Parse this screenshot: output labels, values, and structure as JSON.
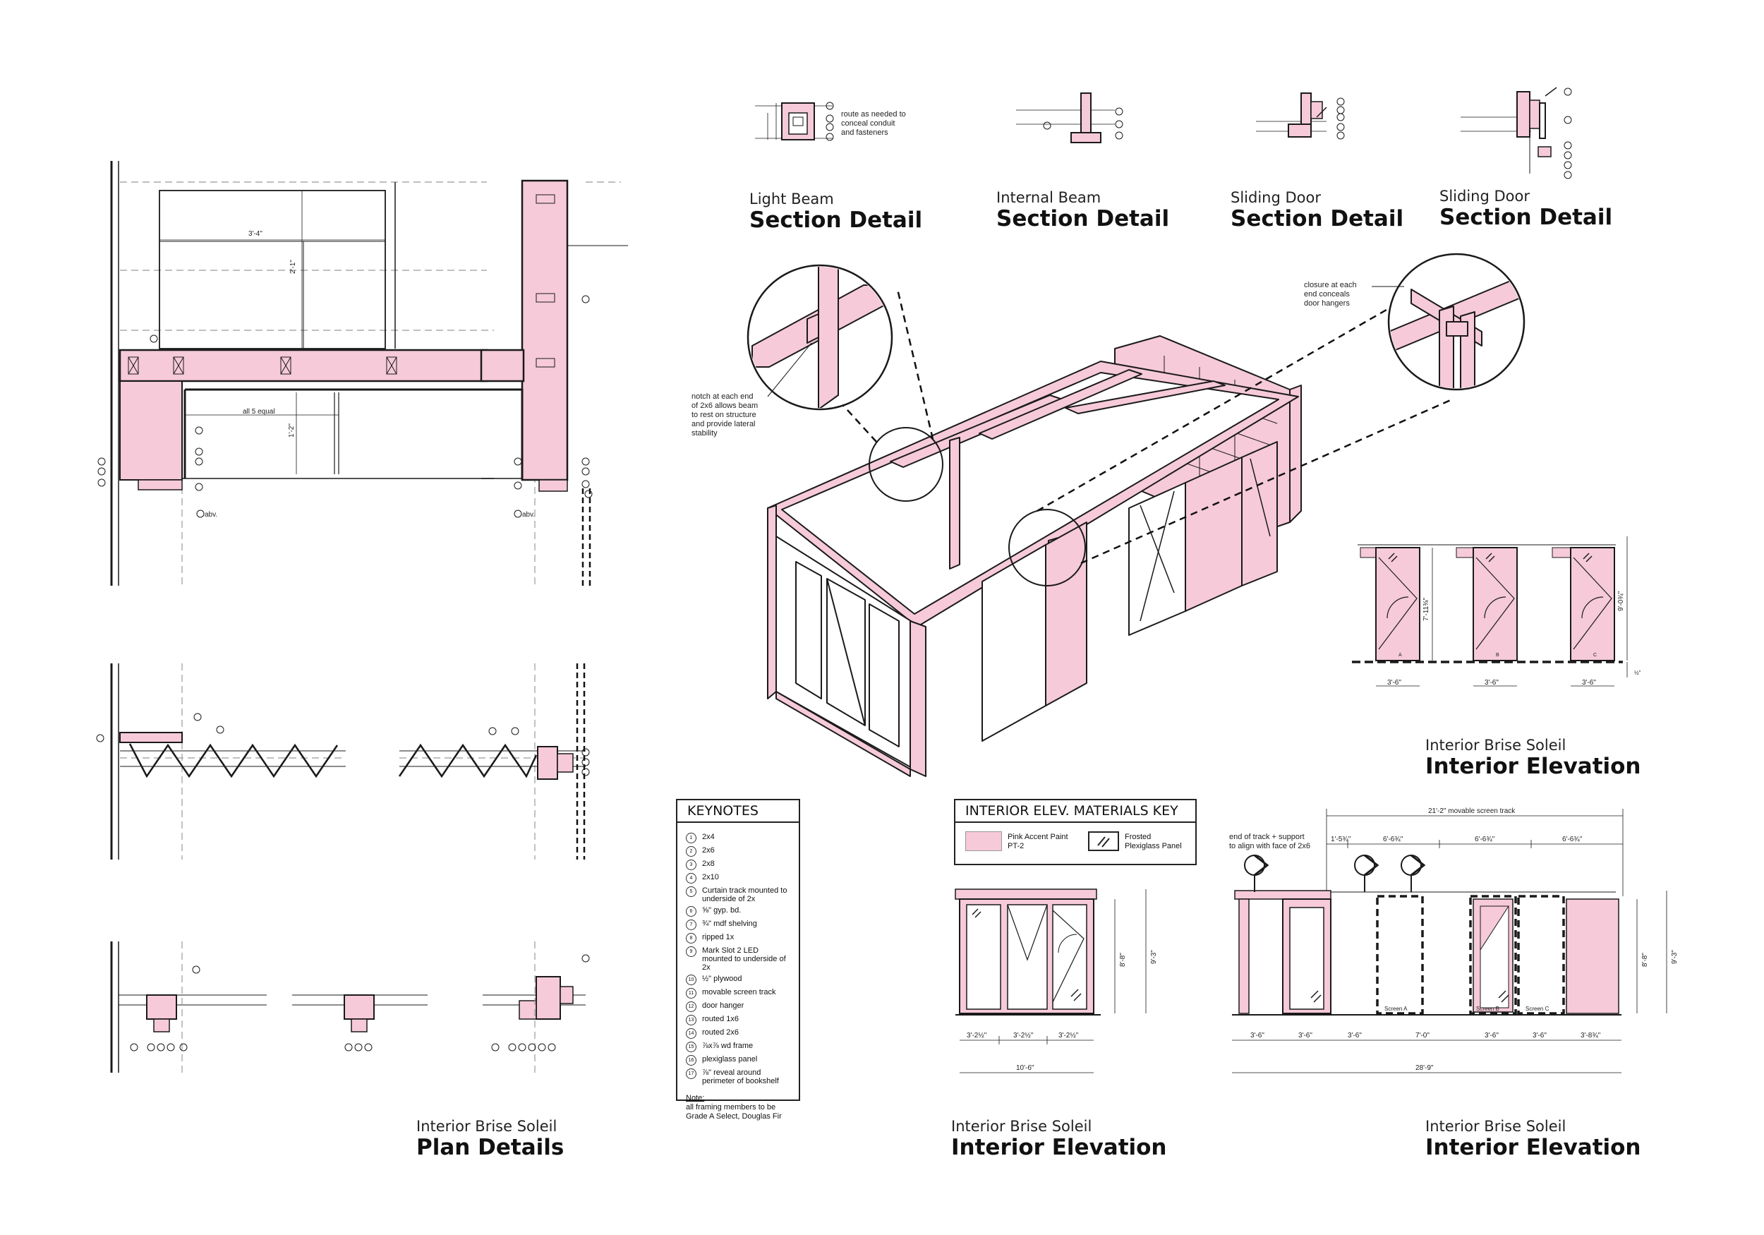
{
  "colors": {
    "pink": "#f6cad8",
    "line": "#1a1a1a",
    "dash": "#999999"
  },
  "titles": {
    "light_beam": {
      "small": "Light Beam",
      "big": "Section Detail"
    },
    "internal_beam": {
      "small": "Internal Beam",
      "big": "Section Detail"
    },
    "sliding_door_1": {
      "small": "Sliding Door",
      "big": "Section Detail"
    },
    "sliding_door_2": {
      "small": "Sliding Door",
      "big": "Section Detail"
    },
    "elevation_right": {
      "small": "Interior Brise Soleil",
      "big": "Interior Elevation"
    },
    "plan_details": {
      "small": "Interior Brise Soleil",
      "big": "Plan Details"
    },
    "elevation_bottom_mid": {
      "small": "Interior Brise Soleil",
      "big": "Interior Elevation"
    },
    "elevation_bottom_right": {
      "small": "Interior Brise Soleil",
      "big": "Interior Elevation"
    }
  },
  "annotations": {
    "route_note": "route as needed to\nconceal conduit\nand fasteners",
    "notch_note": "notch at each end\nof 2x6 allows beam\nto rest on structure\nand provide lateral\nstability",
    "closure_note": "closure at each\nend conceals\ndoor hangers",
    "track_note": "end of track + support\nto align with face of 2x6"
  },
  "plan_dims": {
    "width": "3'-4\"",
    "height": "2'-1\"",
    "equal": "all 5 equal",
    "depth": "1'-2\"",
    "abv": "abv."
  },
  "keynotes": {
    "title": "KEYNOTES",
    "items": [
      {
        "num": "1",
        "text": "2x4"
      },
      {
        "num": "2",
        "text": "2x6"
      },
      {
        "num": "3",
        "text": "2x8"
      },
      {
        "num": "4",
        "text": "2x10"
      },
      {
        "num": "5",
        "text": "Curtain track mounted to underside of 2x"
      },
      {
        "num": "6",
        "text": "⅝\" gyp. bd."
      },
      {
        "num": "7",
        "text": "¾\" mdf shelving"
      },
      {
        "num": "8",
        "text": "ripped 1x"
      },
      {
        "num": "9",
        "text": "Mark Slot 2 LED mounted to underside of 2x"
      },
      {
        "num": "10",
        "text": "½\" plywood"
      },
      {
        "num": "11",
        "text": "movable screen track"
      },
      {
        "num": "12",
        "text": "door hanger"
      },
      {
        "num": "13",
        "text": "routed 1x6"
      },
      {
        "num": "14",
        "text": "routed 2x6"
      },
      {
        "num": "15",
        "text": "⅞x⅞ wd frame"
      },
      {
        "num": "16",
        "text": "plexiglass panel"
      },
      {
        "num": "17",
        "text": "⅞\" reveal around perimeter of bookshelf"
      }
    ],
    "note_label": "Note:",
    "note_text": "all framing members to be Grade A Select, Douglas Fir"
  },
  "materials_key": {
    "title": "INTERIOR ELEV. MATERIALS KEY",
    "pink_label": "Pink Accent Paint\nPT-2",
    "glass_label": "Frosted\nPlexiglass Panel"
  },
  "elev_right": {
    "screen_labels": [
      "A",
      "B",
      "C"
    ],
    "widths": [
      "3'-6\"",
      "3'-6\"",
      "3'-6\""
    ],
    "height_a": "7'-11⅜\"",
    "height_b": "9'-0¾\"",
    "gap": "½\""
  },
  "elev_mid": {
    "widths": [
      "3'-2½\"",
      "3'-2½\"",
      "3'-2½\""
    ],
    "total": "10'-6\"",
    "height_a": "8'-8\"",
    "height_b": "9'-3\""
  },
  "elev_br": {
    "top_total": "21'-2\" movable screen track",
    "top_segments": [
      "1'-5¾\"",
      "6'-6¾\"",
      "6'-6¾\"",
      "6'-6¾\""
    ],
    "bottom_segments": [
      "3'-6\"",
      "3'-6\"",
      "3'-6\"",
      "7'-0\"",
      "3'-6\"",
      "3'-6\"",
      "3'-8¾\""
    ],
    "bottom_total": "28'-9\"",
    "screens": [
      "Screen A",
      "Screen B",
      "Screen C"
    ],
    "height_a": "8'-8\"",
    "height_b": "9'-3\""
  }
}
